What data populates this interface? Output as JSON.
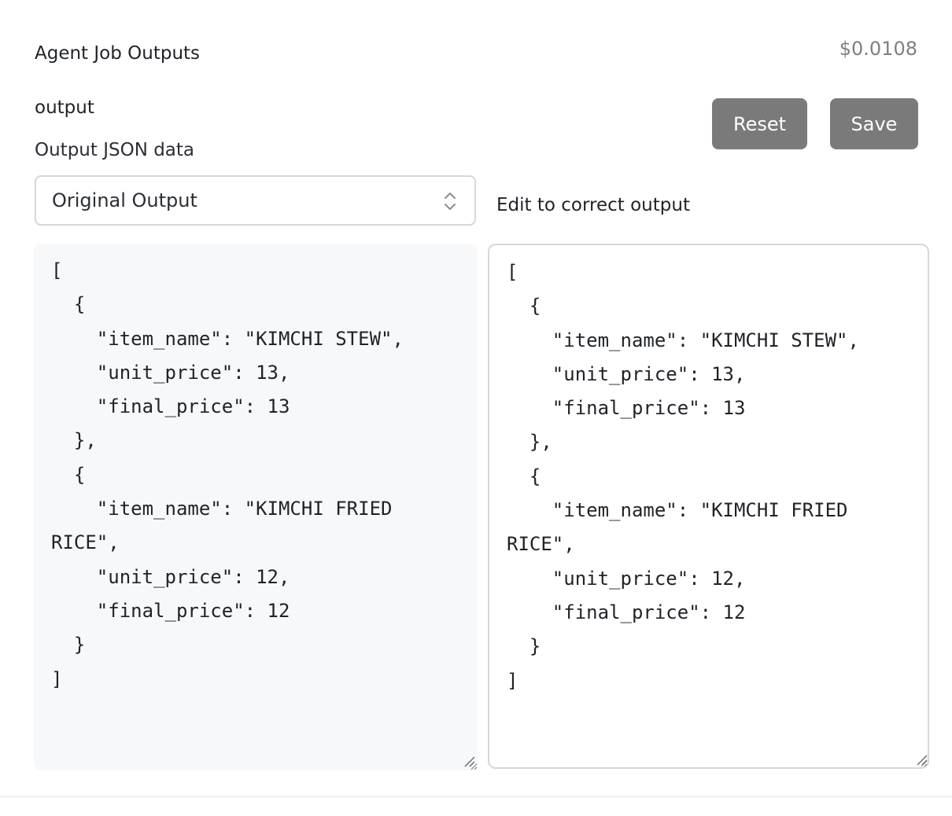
{
  "header": {
    "title": "Agent Job Outputs",
    "cost": "$0.0108"
  },
  "field": {
    "name": "output",
    "description": "Output JSON data"
  },
  "actions": {
    "reset_label": "Reset",
    "save_label": "Save"
  },
  "select": {
    "selected": "Original Output"
  },
  "editor": {
    "label": "Edit to correct output"
  },
  "original_output": "[\n  {\n    \"item_name\": \"KIMCHI STEW\",\n    \"unit_price\": 13,\n    \"final_price\": 13\n  },\n  {\n    \"item_name\": \"KIMCHI FRIED RICE\",\n    \"unit_price\": 12,\n    \"final_price\": 12\n  }\n]",
  "edited_output": "[\n  {\n    \"item_name\": \"KIMCHI STEW\",\n    \"unit_price\": 13,\n    \"final_price\": 13\n  },\n  {\n    \"item_name\": \"KIMCHI FRIED RICE\",\n    \"unit_price\": 12,\n    \"final_price\": 12\n  }\n]",
  "colors": {
    "button_bg": "#7a7a7a",
    "original_bg": "#f7f8fa",
    "border": "#d5d7da",
    "muted_text": "#7c7f85"
  },
  "icons": {
    "select": "chevron-up-down-icon",
    "resize": "resize-handle-icon"
  }
}
